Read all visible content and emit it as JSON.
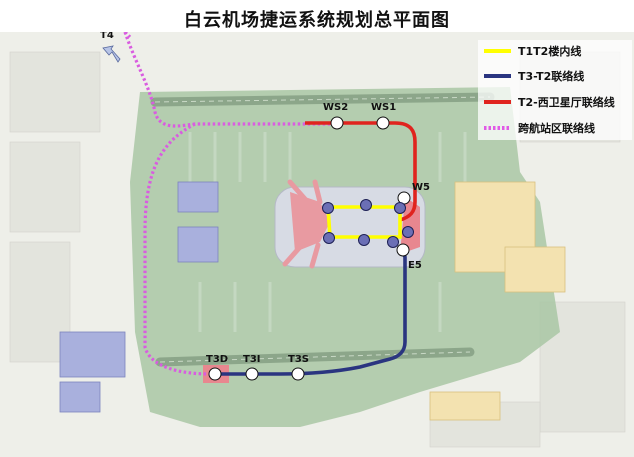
{
  "title": "白云机场捷运系统规划总平面图",
  "legend": [
    {
      "label": "T1T2楼内线",
      "color": "#ffff00"
    },
    {
      "label": "T3-T2联络线",
      "color": "#2a3580"
    },
    {
      "label": "T2-西卫星厅联络线",
      "color": "#e0241e"
    },
    {
      "label": "跨航站区联络线",
      "color": "#e05ae6"
    }
  ],
  "stations": {
    "t4": "T4",
    "ws2": "WS2",
    "ws1": "WS1",
    "w5": "W5",
    "e5": "E5",
    "t3d": "T3D",
    "t3i": "T3I",
    "t3s": "T3S"
  }
}
